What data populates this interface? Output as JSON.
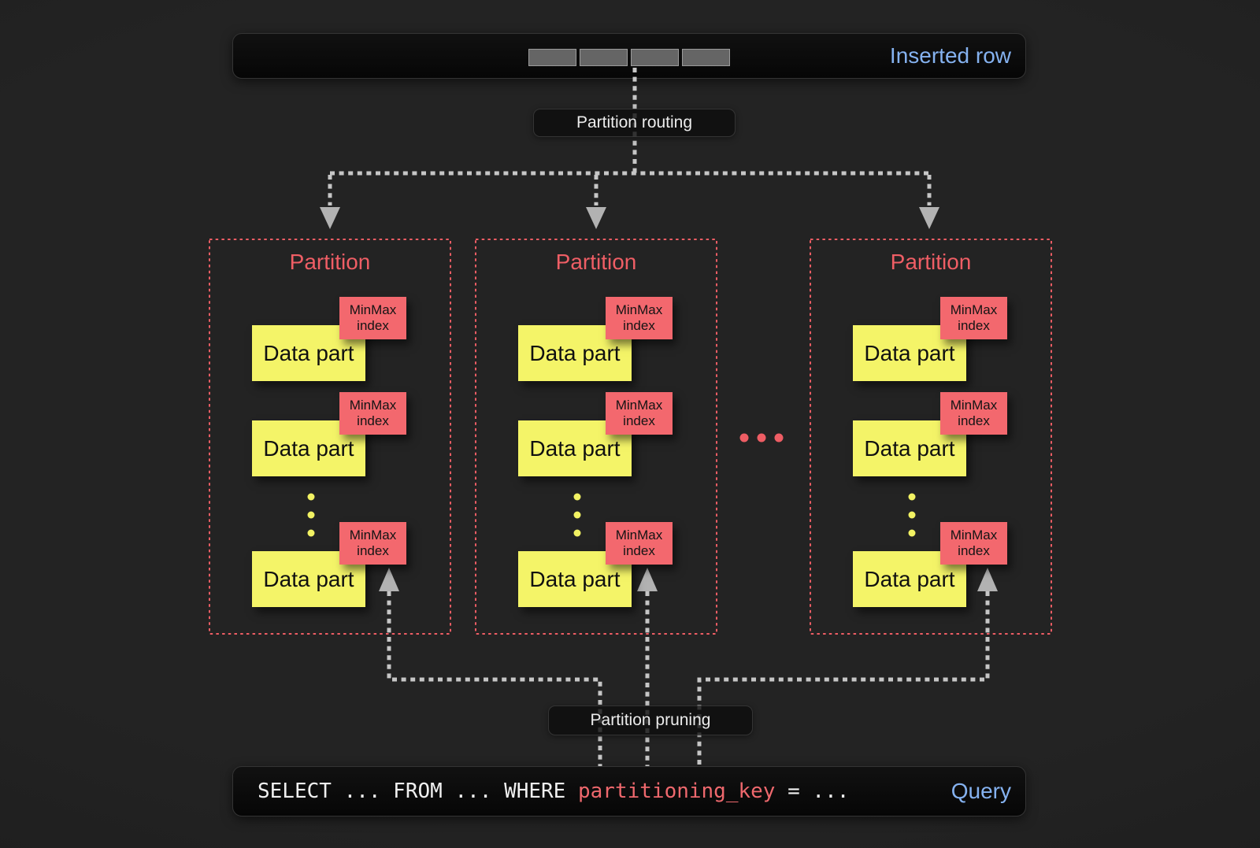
{
  "inserted_row_panel": {
    "label": "Inserted row"
  },
  "routing_label": "Partition routing",
  "pruning_label": "Partition pruning",
  "partitions": [
    {
      "title": "Partition",
      "parts": [
        {
          "label": "Data part",
          "badge": [
            "MinMax",
            "index"
          ]
        },
        {
          "label": "Data part",
          "badge": [
            "MinMax",
            "index"
          ]
        },
        {
          "label": "Data part",
          "badge": [
            "MinMax",
            "index"
          ]
        }
      ]
    },
    {
      "title": "Partition",
      "parts": [
        {
          "label": "Data part",
          "badge": [
            "MinMax",
            "index"
          ]
        },
        {
          "label": "Data part",
          "badge": [
            "MinMax",
            "index"
          ]
        },
        {
          "label": "Data part",
          "badge": [
            "MinMax",
            "index"
          ]
        }
      ]
    },
    {
      "title": "Partition",
      "parts": [
        {
          "label": "Data part",
          "badge": [
            "MinMax",
            "index"
          ]
        },
        {
          "label": "Data part",
          "badge": [
            "MinMax",
            "index"
          ]
        },
        {
          "label": "Data part",
          "badge": [
            "MinMax",
            "index"
          ]
        }
      ]
    }
  ],
  "query_panel": {
    "sql_prefix": "SELECT ... FROM ... WHERE ",
    "sql_key": "partitioning_key",
    "sql_suffix": " = ...",
    "label": "Query"
  },
  "colors": {
    "accent_red": "#ef5e65",
    "accent_yellow": "#f4f468",
    "accent_blue": "#85b2f0",
    "line_gray": "#c6c6c6"
  }
}
